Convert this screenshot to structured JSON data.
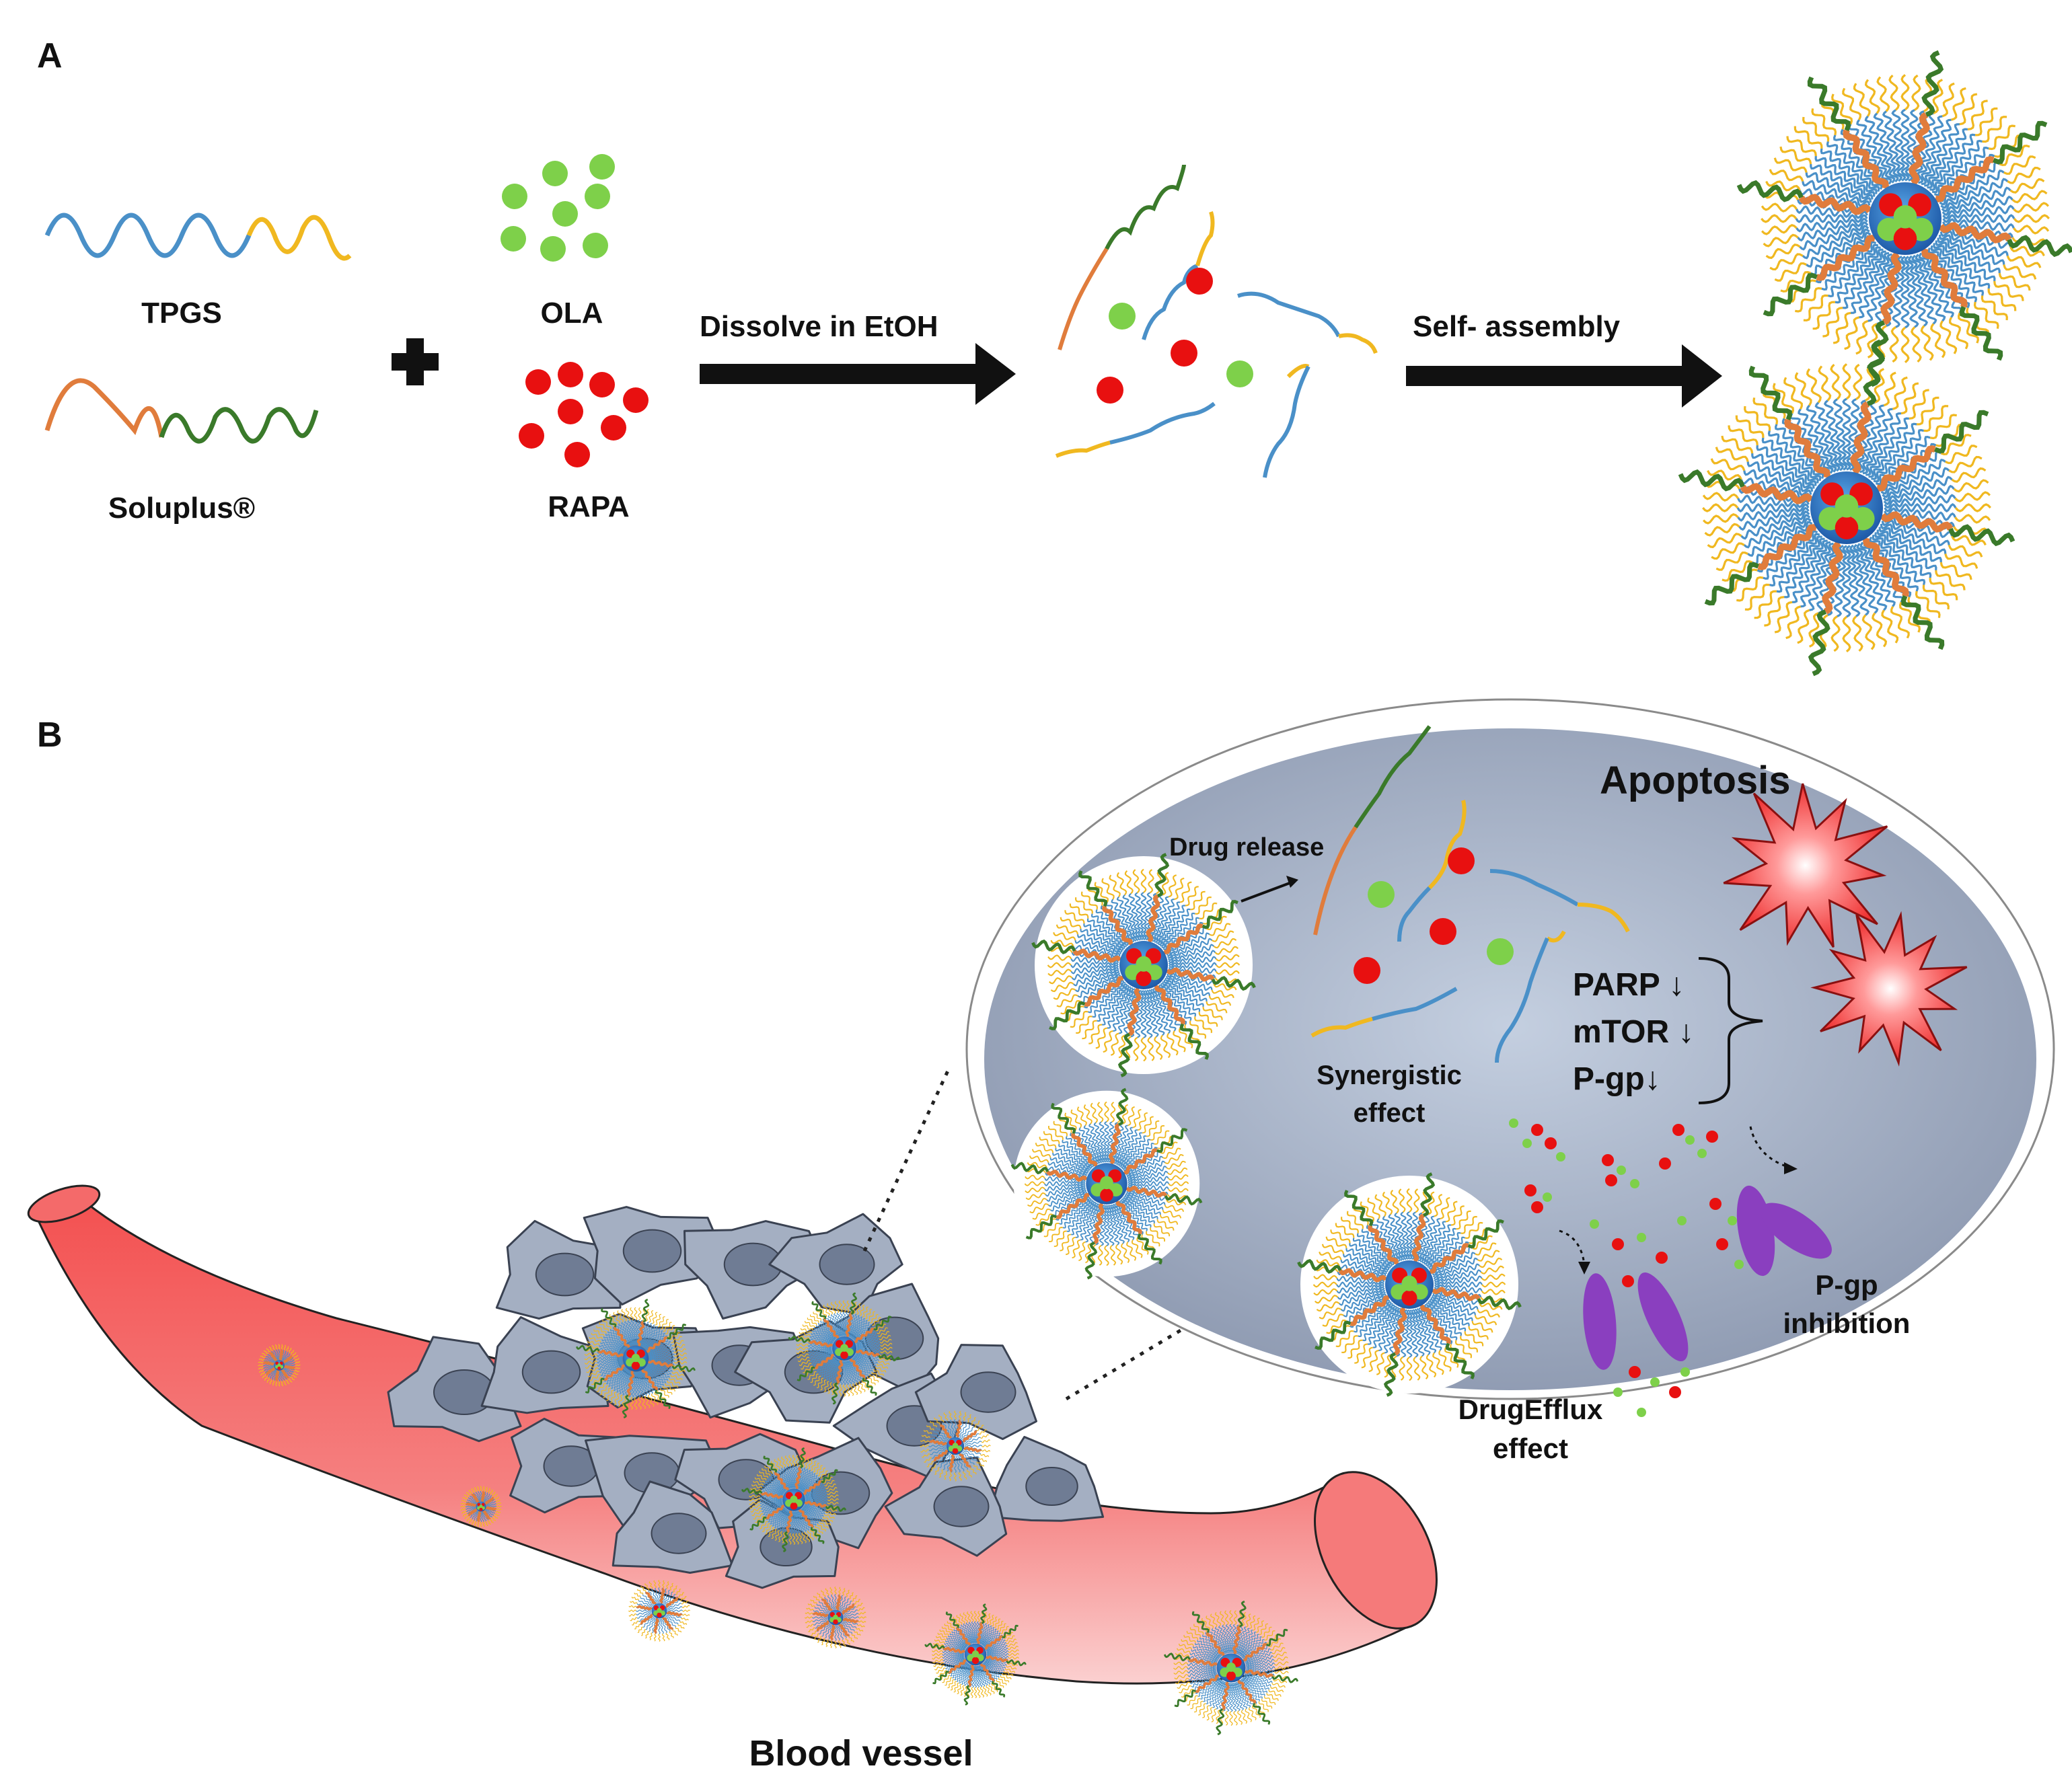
{
  "panel_a": {
    "label": "A",
    "tpgs_label": "TPGS",
    "soluplus_label": "Soluplus®",
    "ola_label": "OLA",
    "rapa_label": "RAPA",
    "step1_label": "Dissolve in EtOH",
    "step2_label": "Self- assembly"
  },
  "panel_b": {
    "label": "B",
    "apoptosis_label": "Apoptosis",
    "drug_release_label": "Drug release",
    "synergistic_line1": "Synergistic",
    "synergistic_line2": "effect",
    "parp_label": "PARP ↓",
    "mtor_label": "mTOR ↓",
    "pgp_label": "P-gp↓",
    "pgp_inhibition_line1": "P-gp",
    "pgp_inhibition_line2": "inhibition",
    "efflux_line1": "DrugEfflux",
    "efflux_line2": "effect",
    "blood_vessel_label": "Blood vessel"
  },
  "colors": {
    "tpgs_hydrophilic": "#4a90c8",
    "tpgs_hydrophobic": "#f0b820",
    "soluplus_hydrophobic": "#e07c3c",
    "soluplus_hydrophilic": "#3a7a2a",
    "ola_drug": "#7ed04a",
    "rapa_drug": "#e81010",
    "vessel": "#f05a5a",
    "cell": "#9aa6b8",
    "pgp": "#8a3fbf",
    "starburst": "#f03a3a"
  }
}
